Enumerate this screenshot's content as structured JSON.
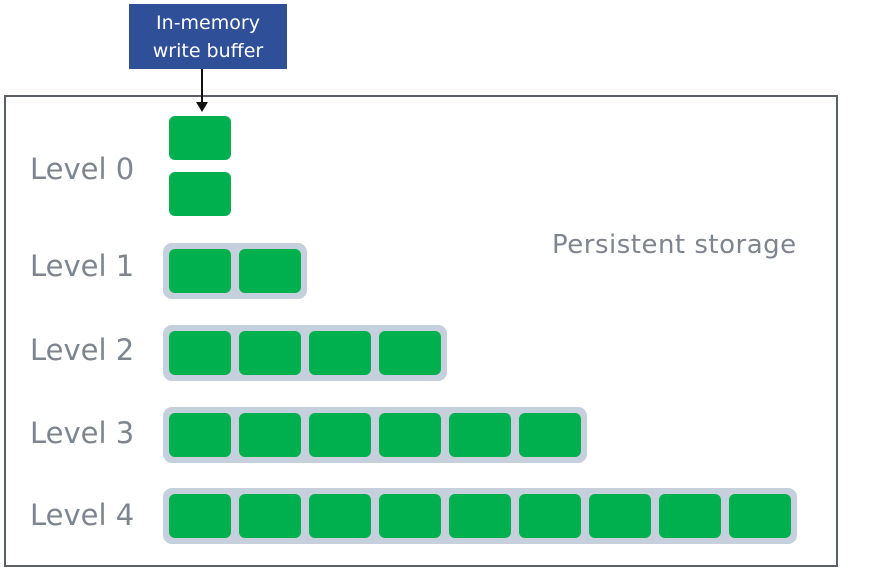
{
  "buffer": {
    "line1": "In-memory",
    "line2": "write buffer",
    "color": "#2f4f98"
  },
  "storage": {
    "label": "Persistent storage"
  },
  "levels": [
    {
      "label": "Level 0",
      "blocks": 2
    },
    {
      "label": "Level 1",
      "blocks": 2
    },
    {
      "label": "Level 2",
      "blocks": 4
    },
    {
      "label": "Level 3",
      "blocks": 6
    },
    {
      "label": "Level 4",
      "blocks": 9
    }
  ],
  "colors": {
    "block": "#00b04f",
    "tray": "#c6cfdc",
    "label": "#7e858f"
  }
}
